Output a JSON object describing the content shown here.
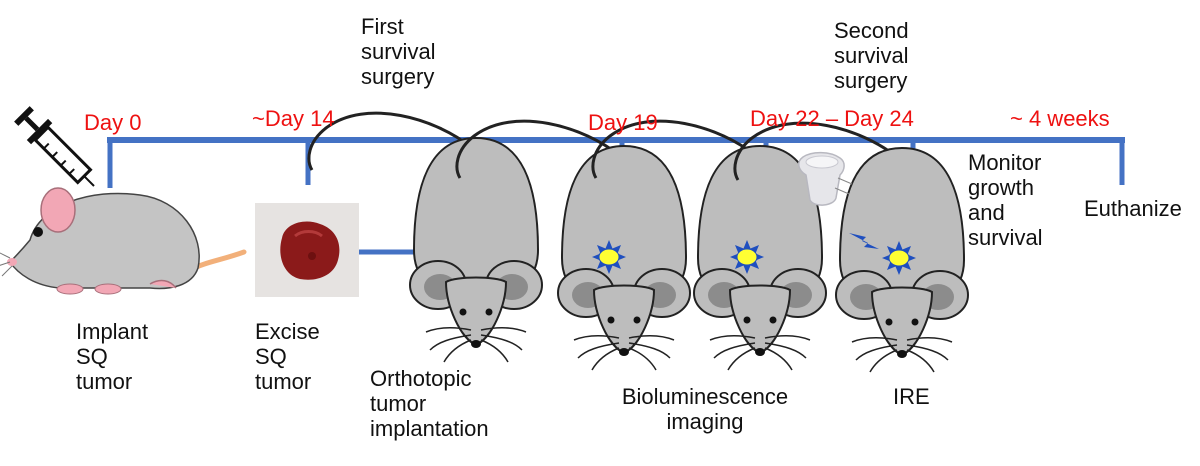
{
  "timeline": {
    "line_color": "#4472c4",
    "day_color": "#ee1111",
    "days": [
      "Day 0",
      "~Day 14",
      "Day 19",
      "Day 22 – Day 24",
      "~ 4 weeks"
    ]
  },
  "stages": {
    "implant": "Implant\nSQ\ntumor",
    "excise": "Excise\nSQ\ntumor",
    "orthotopic": "Orthotopic\ntumor\nimplantation",
    "first_surgery": "First\nsurvival\nsurgery",
    "imaging": "Bioluminescence\nimaging",
    "second_surgery": "Second\nsurvival\nsurgery",
    "ire": "IRE",
    "monitor": "Monitor\ngrowth\nand\nsurvival",
    "euthanize": "Euthanize"
  },
  "icons": [
    "syringe-icon",
    "side-mouse-icon",
    "tumor-photo",
    "mouse-icon",
    "tumor-luminescence-icon",
    "electrode-icon",
    "lightning-icon"
  ],
  "colors": {
    "mouse_body": "#bdbdbd",
    "mouse_outline": "#222222",
    "ear": "#f2a7b5",
    "tumor": "#8b1a1a",
    "glow": "#ffff33",
    "spark": "#1f4fbf"
  }
}
